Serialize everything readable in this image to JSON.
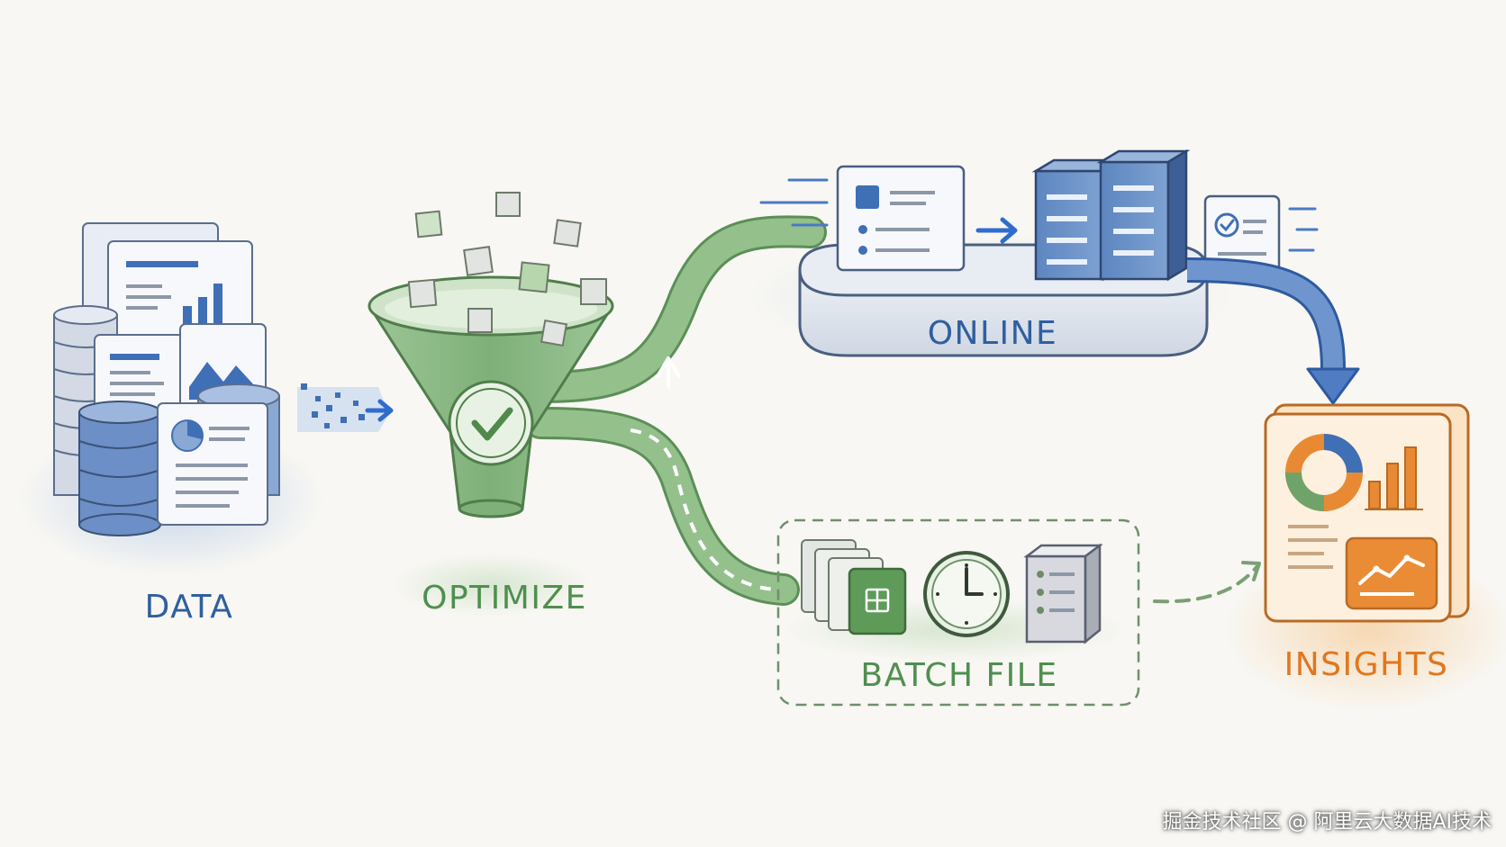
{
  "labels": {
    "data": "DATA",
    "optimize": "OPTIMIZE",
    "online": "ONLINE",
    "batch_file": "BATCH FILE",
    "insights": "INSIGHTS"
  },
  "watermark": "掘金技术社区 @ 阿里云大数据AI技术",
  "icons": {
    "data_stack": "database-document-stack-icon",
    "optimize": "funnel-checkmark-icon",
    "online": "server-platform-icon",
    "batch": "batch-file-clock-server-icon",
    "insights": "dashboard-report-icon"
  },
  "colors": {
    "blue": "#4a78b8",
    "green": "#6fa36a",
    "orange": "#e88a33",
    "background": "#f8f7f3"
  }
}
